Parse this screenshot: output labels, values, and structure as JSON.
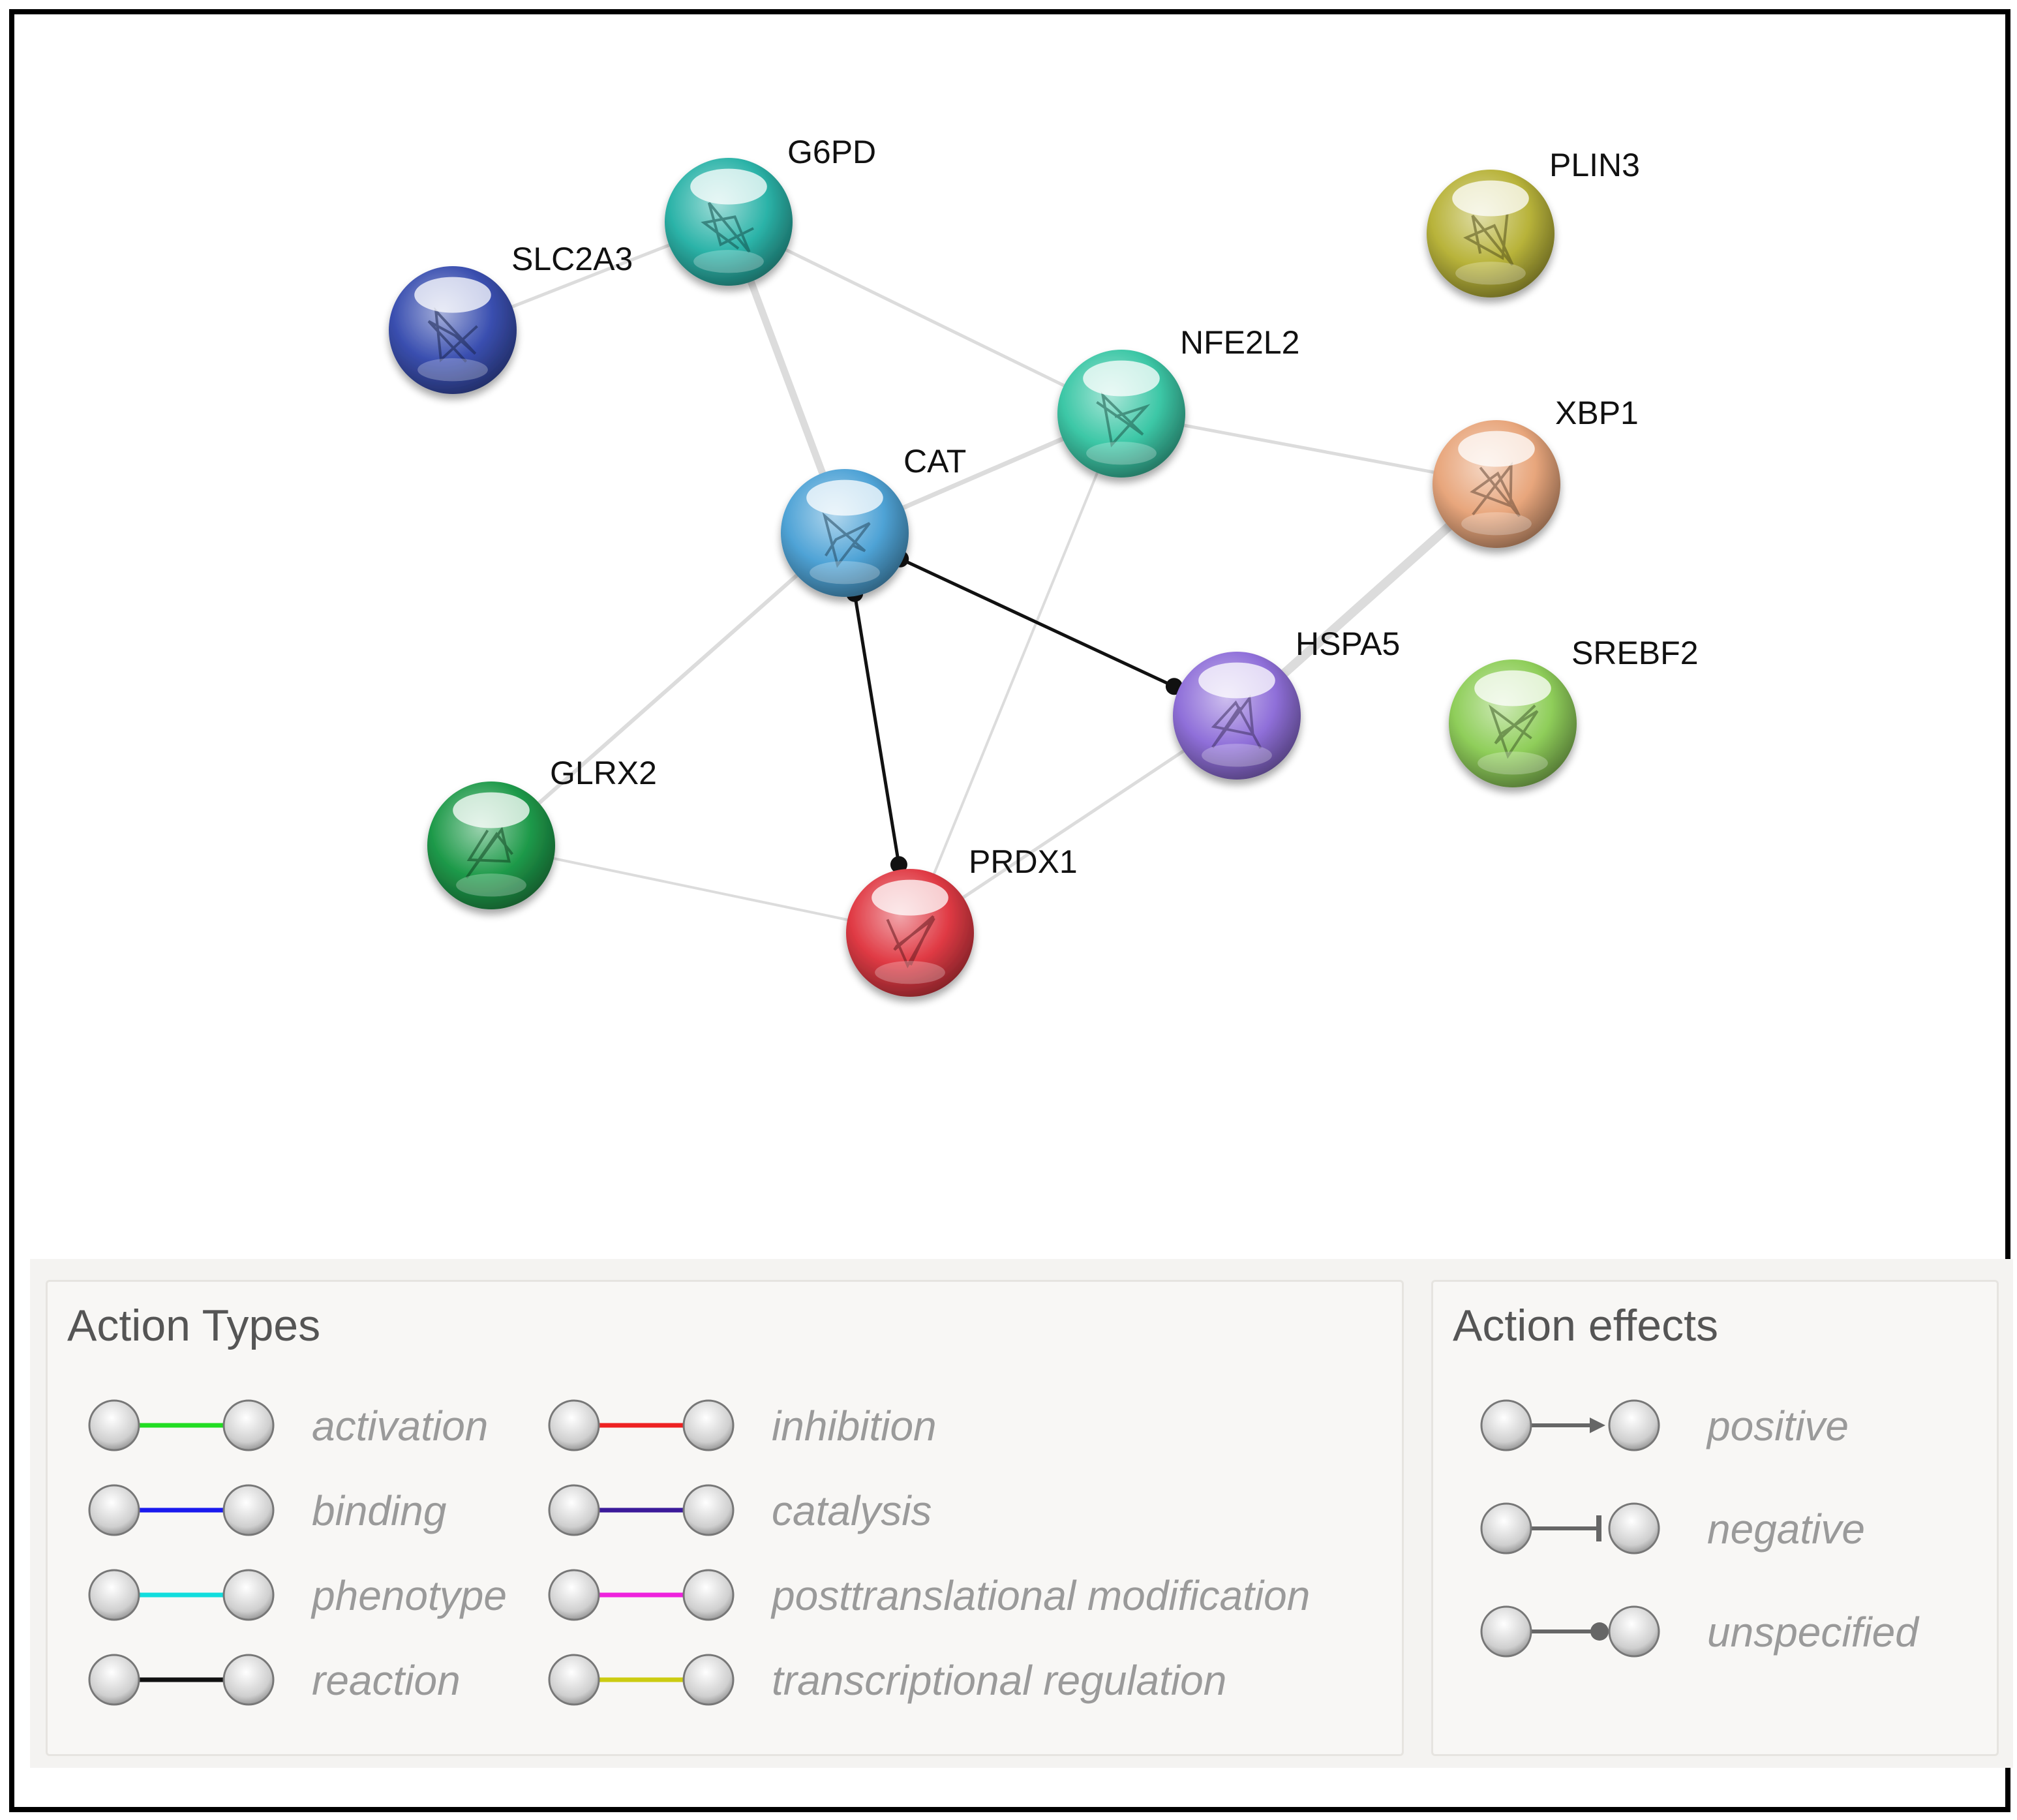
{
  "network": {
    "nodes": [
      {
        "id": "G6PD",
        "label": "G6PD",
        "color": "#2bb3a8"
      },
      {
        "id": "SLC2A3",
        "label": "SLC2A3",
        "color": "#3a4fb0"
      },
      {
        "id": "PLIN3",
        "label": "PLIN3",
        "color": "#b8b33a"
      },
      {
        "id": "NFE2L2",
        "label": "NFE2L2",
        "color": "#3cc7a6"
      },
      {
        "id": "XBP1",
        "label": "XBP1",
        "color": "#e8a67c"
      },
      {
        "id": "CAT",
        "label": "CAT",
        "color": "#4fa3d6"
      },
      {
        "id": "HSPA5",
        "label": "HSPA5",
        "color": "#8f6fd9"
      },
      {
        "id": "SREBF2",
        "label": "SREBF2",
        "color": "#8fce5a"
      },
      {
        "id": "GLRX2",
        "label": "GLRX2",
        "color": "#1f9a4a"
      },
      {
        "id": "PRDX1",
        "label": "PRDX1",
        "color": "#e03a44"
      }
    ],
    "edges": [
      {
        "source": "SLC2A3",
        "target": "G6PD",
        "type": "association"
      },
      {
        "source": "G6PD",
        "target": "CAT",
        "type": "association"
      },
      {
        "source": "G6PD",
        "target": "NFE2L2",
        "type": "association"
      },
      {
        "source": "NFE2L2",
        "target": "CAT",
        "type": "association"
      },
      {
        "source": "NFE2L2",
        "target": "XBP1",
        "type": "association"
      },
      {
        "source": "NFE2L2",
        "target": "PRDX1",
        "type": "association"
      },
      {
        "source": "XBP1",
        "target": "HSPA5",
        "type": "association"
      },
      {
        "source": "CAT",
        "target": "GLRX2",
        "type": "association"
      },
      {
        "source": "GLRX2",
        "target": "PRDX1",
        "type": "association"
      },
      {
        "source": "HSPA5",
        "target": "PRDX1",
        "type": "association"
      },
      {
        "source": "CAT",
        "target": "HSPA5",
        "type": "reaction",
        "effect": "unspecified"
      },
      {
        "source": "CAT",
        "target": "PRDX1",
        "type": "reaction",
        "effect": "unspecified"
      }
    ]
  },
  "legend": {
    "action_types": {
      "title": "Action Types",
      "items": [
        {
          "label": "activation",
          "color": "#22dd22"
        },
        {
          "label": "binding",
          "color": "#1a1aee"
        },
        {
          "label": "phenotype",
          "color": "#11dddd"
        },
        {
          "label": "reaction",
          "color": "#111111"
        },
        {
          "label": "inhibition",
          "color": "#ee2222"
        },
        {
          "label": "catalysis",
          "color": "#3b1a9a"
        },
        {
          "label": "posttranslational modification",
          "color": "#ee22dd"
        },
        {
          "label": "transcriptional regulation",
          "color": "#cccc11"
        }
      ]
    },
    "action_effects": {
      "title": "Action effects",
      "items": [
        {
          "label": "positive",
          "marker": "arrow"
        },
        {
          "label": "negative",
          "marker": "bar"
        },
        {
          "label": "unspecified",
          "marker": "dot"
        }
      ]
    }
  }
}
